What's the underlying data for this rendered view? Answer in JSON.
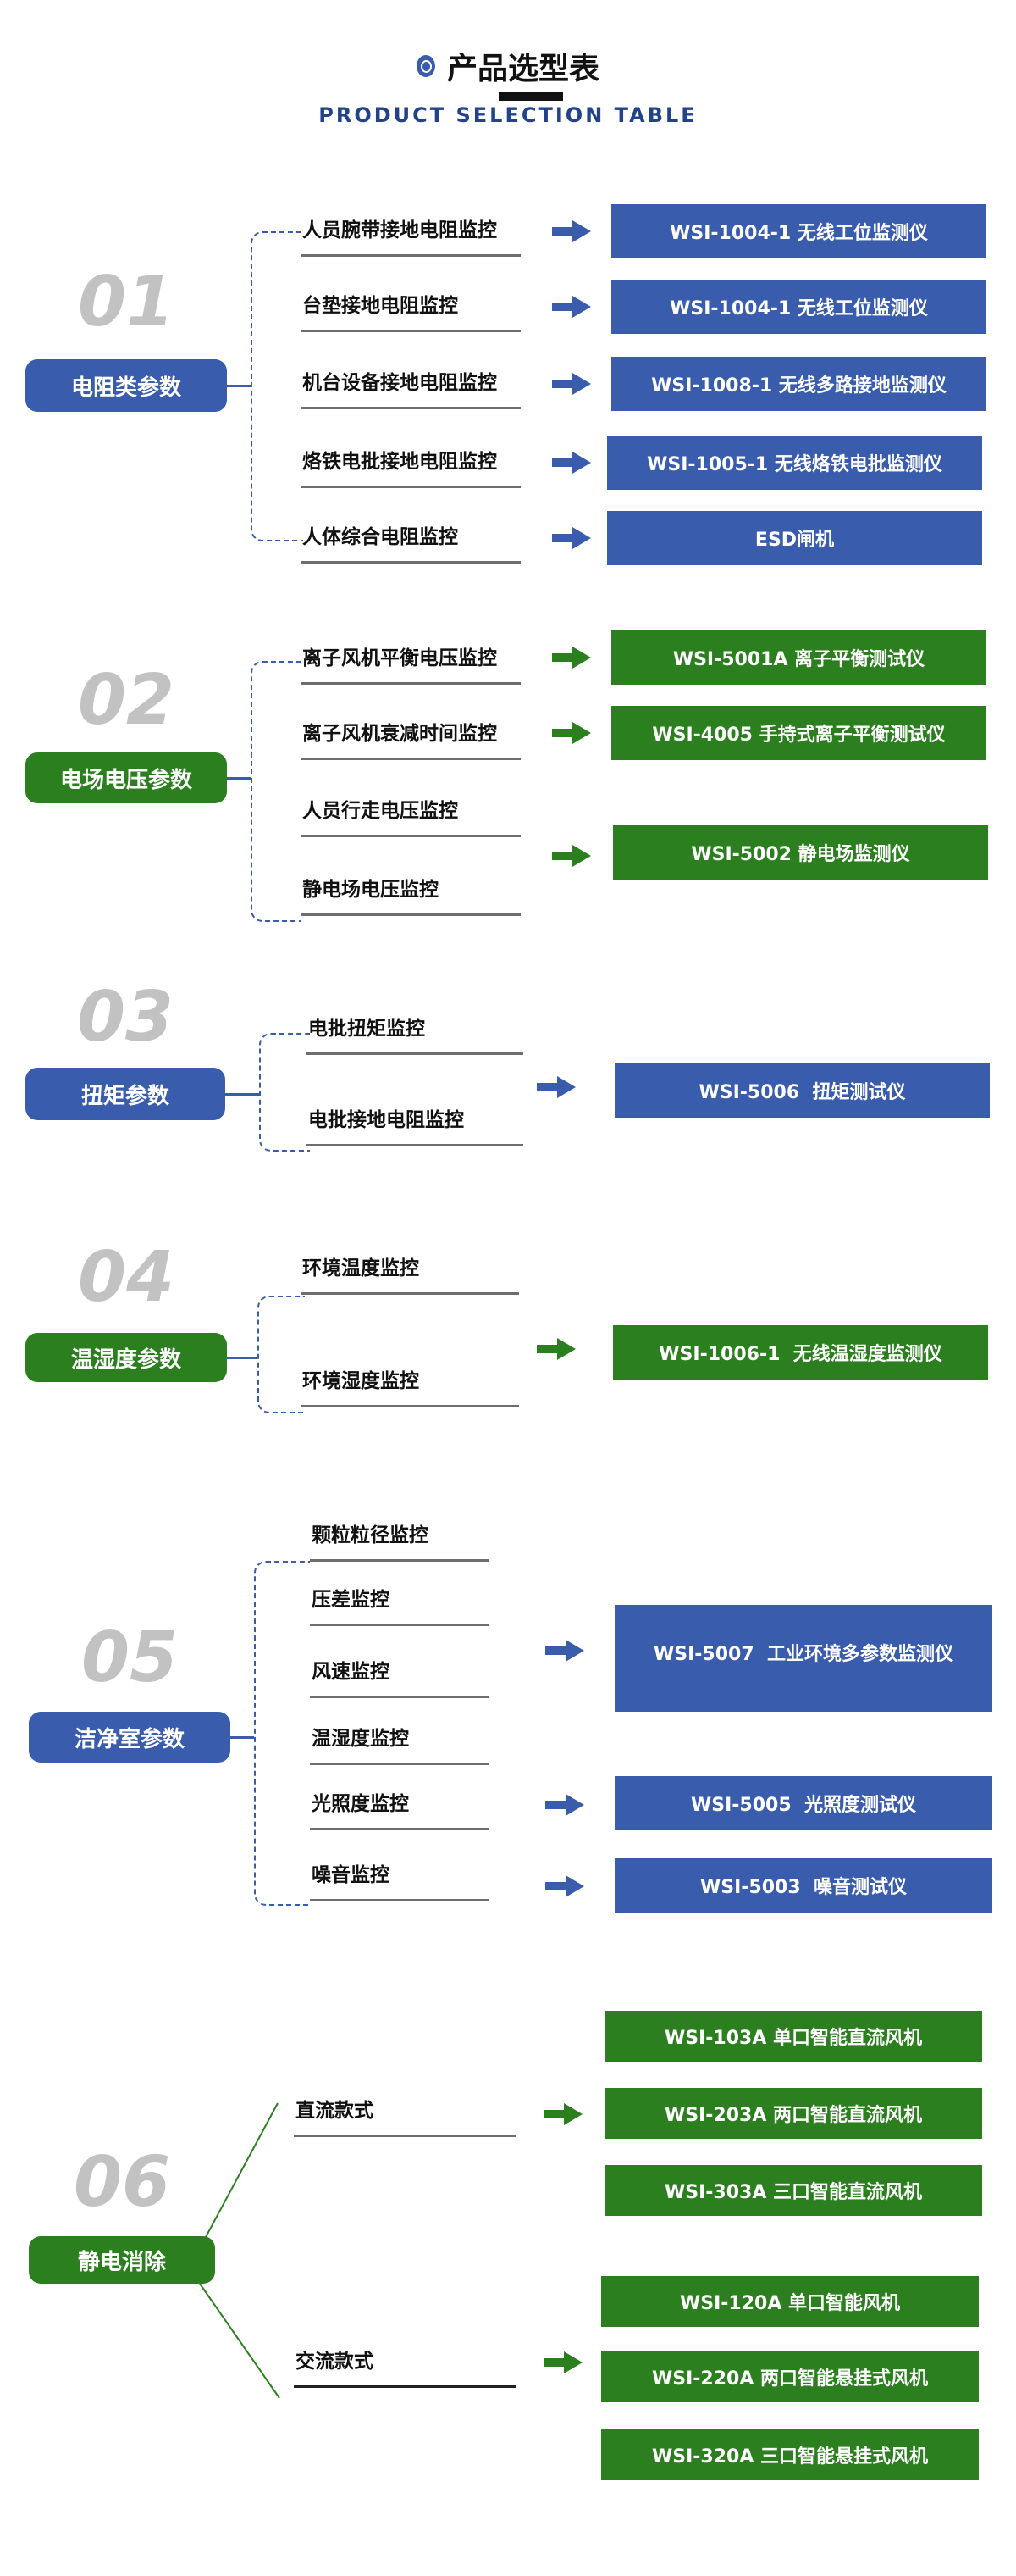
{
  "header": {
    "title": "产品选型表",
    "subtitle": "PRODUCT SELECTION TABLE"
  },
  "colors": {
    "blue": "#3a5cad",
    "green": "#2c7f1f",
    "number_gray": "#c2c2c2",
    "subtitle_blue": "#22428a"
  },
  "sections": [
    {
      "number": "01",
      "category": "电阻类参数",
      "color": "blue",
      "items": [
        "人员腕带接地电阻监控",
        "台垫接地电阻监控",
        "机台设备接地电阻监控",
        "烙铁电批接地电阻监控",
        "人体综合电阻监控"
      ],
      "products": [
        "WSI-1004-1 无线工位监测仪",
        "WSI-1004-1 无线工位监测仪",
        "WSI-1008-1 无线多路接地监测仪",
        "WSI-1005-1 无线烙铁电批监测仪",
        "ESD闸机"
      ]
    },
    {
      "number": "02",
      "category": "电场电压参数",
      "color": "green",
      "items": [
        "离子风机平衡电压监控",
        "离子风机衰减时间监控",
        "人员行走电压监控",
        "静电场电压监控"
      ],
      "products": [
        "WSI-5001A 离子平衡测试仪",
        "WSI-4005 手持式离子平衡测试仪",
        "WSI-5002 静电场监测仪"
      ]
    },
    {
      "number": "03",
      "category": "扭矩参数",
      "color": "blue",
      "items": [
        "电批扭矩监控",
        "电批接地电阻监控"
      ],
      "products": [
        "WSI-5006  扭矩测试仪"
      ]
    },
    {
      "number": "04",
      "category": "温湿度参数",
      "color": "green",
      "items": [
        "环境温度监控",
        "环境湿度监控"
      ],
      "products": [
        "WSI-1006-1  无线温湿度监测仪"
      ]
    },
    {
      "number": "05",
      "category": "洁净室参数",
      "color": "blue",
      "items": [
        "颗粒粒径监控",
        "压差监控",
        "风速监控",
        "温湿度监控",
        "光照度监控",
        "噪音监控"
      ],
      "products": [
        "WSI-5007  工业环境多参数监测仪",
        "WSI-5005  光照度测试仪",
        "WSI-5003  噪音测试仪"
      ]
    },
    {
      "number": "06",
      "category": "静电消除",
      "color": "green",
      "items": [
        "直流款式",
        "交流款式"
      ],
      "products": [
        "WSI-103A 单口智能直流风机",
        "WSI-203A 两口智能直流风机",
        "WSI-303A 三口智能直流风机",
        "WSI-120A 单口智能风机",
        "WSI-220A 两口智能悬挂式风机",
        "WSI-320A 三口智能悬挂式风机"
      ]
    }
  ]
}
